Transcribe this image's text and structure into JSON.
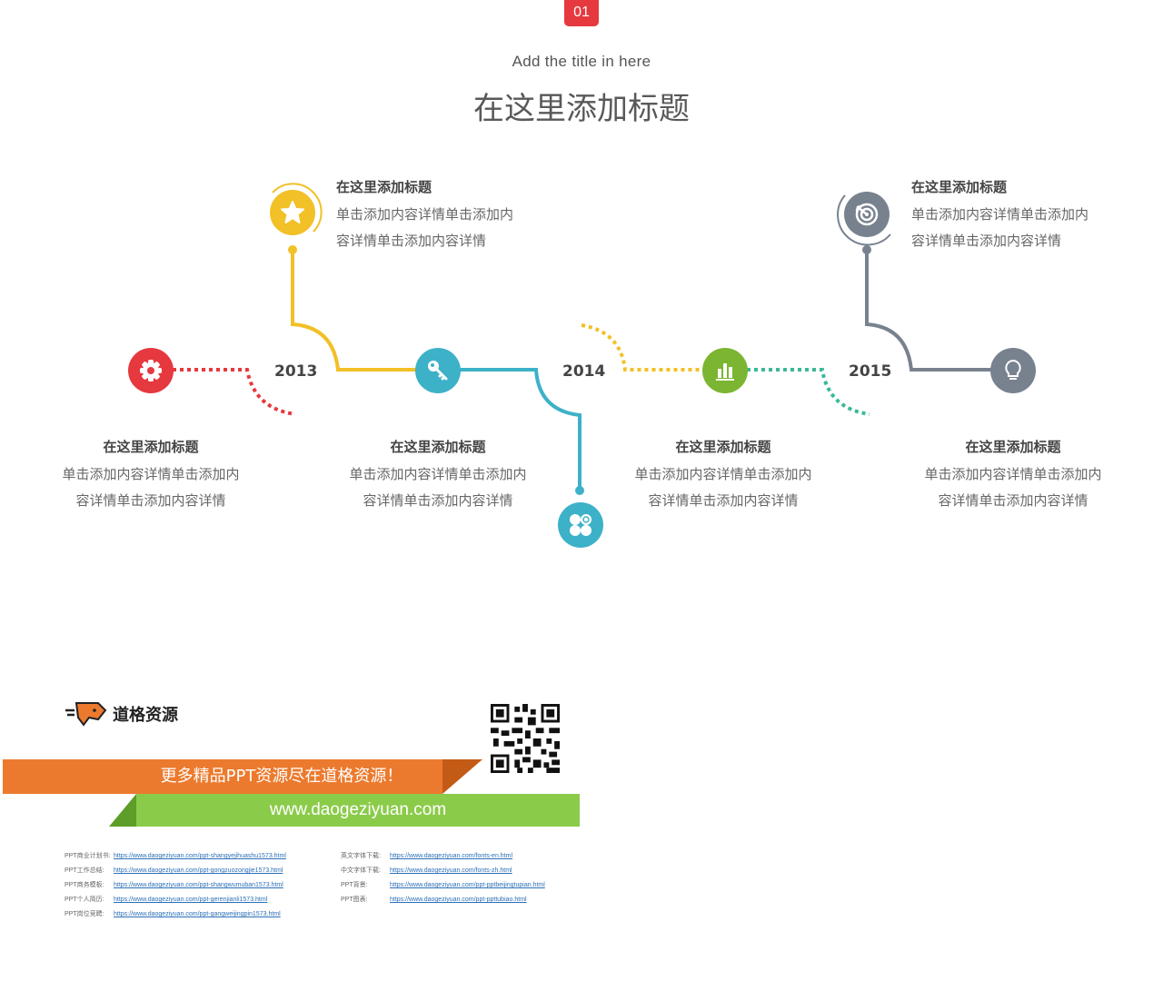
{
  "header": {
    "badge": "01",
    "subtitle": "Add the title in here",
    "title": "在这里添加标题"
  },
  "colors": {
    "red": "#e5393f",
    "yellow": "#f2c027",
    "teal": "#3db1c8",
    "green": "#7bb531",
    "mint": "#3bb89a",
    "gray": "#78828f"
  },
  "timeline": {
    "years": [
      "2013",
      "2014",
      "2015"
    ],
    "nodes": [
      {
        "icon": "gear-icon",
        "color": "#e5393f",
        "title": "在这里添加标题",
        "line1": "单击添加内容详情单击添加内",
        "line2": "容详情单击添加内容详情"
      },
      {
        "icon": "star-icon",
        "color": "#f2c027",
        "title": "在这里添加标题",
        "line1": "单击添加内容详情单击添加内",
        "line2": "容详情单击添加内容详情"
      },
      {
        "icon": "key-icon",
        "color": "#3db1c8",
        "title": "在这里添加标题",
        "line1": "单击添加内容详情单击添加内",
        "line2": "容详情单击添加内容详情"
      },
      {
        "icon": "clover-icon",
        "color": "#3db1c8"
      },
      {
        "icon": "bar-chart-icon",
        "color": "#7bb531",
        "title": "在这里添加标题",
        "line1": "单击添加内容详情单击添加内",
        "line2": "容详情单击添加内容详情"
      },
      {
        "icon": "target-icon",
        "color": "#78828f",
        "title": "在这里添加标题",
        "line1": "单击添加内容详情单击添加内",
        "line2": "容详情单击添加内容详情"
      },
      {
        "icon": "lightbulb-icon",
        "color": "#78828f",
        "title": "在这里添加标题",
        "line1": "单击添加内容详情单击添加内",
        "line2": "容详情单击添加内容详情"
      }
    ]
  },
  "footer": {
    "logo_text": "道格资源",
    "banner_text": "更多精品PPT资源尽在道格资源！",
    "url_text": "www.daogeziyuan.com",
    "links_left": [
      {
        "label": "PPT商业计划书:",
        "url": "https://www.daogeziyuan.com/ppt-shangyejihuashu1573.html"
      },
      {
        "label": "PPT工作总结:",
        "url": "https://www.daogeziyuan.com/ppt-gongzuozongjie1573.html"
      },
      {
        "label": "PPT商务模板:",
        "url": "https://www.daogeziyuan.com/ppt-shangwumuban1573.html"
      },
      {
        "label": "PPT个人简历:",
        "url": "https://www.daogeziyuan.com/ppt-gerenjianli1573.html"
      },
      {
        "label": "PPT岗位竞聘:",
        "url": "https://www.daogeziyuan.com/ppt-gangweijingpin1573.html"
      }
    ],
    "links_right": [
      {
        "label": "英文字体下载:",
        "url": "https://www.daogeziyuan.com/fonts-en.html"
      },
      {
        "label": "中文字体下载:",
        "url": "https://www.daogeziyuan.com/fonts-zh.html"
      },
      {
        "label": "PPT背景:",
        "url": "https://www.daogeziyuan.com/ppt-pptbeijingtupian.html"
      },
      {
        "label": "PPT图表:",
        "url": "https://www.daogeziyuan.com/ppt-ppttubiao.html"
      }
    ]
  }
}
